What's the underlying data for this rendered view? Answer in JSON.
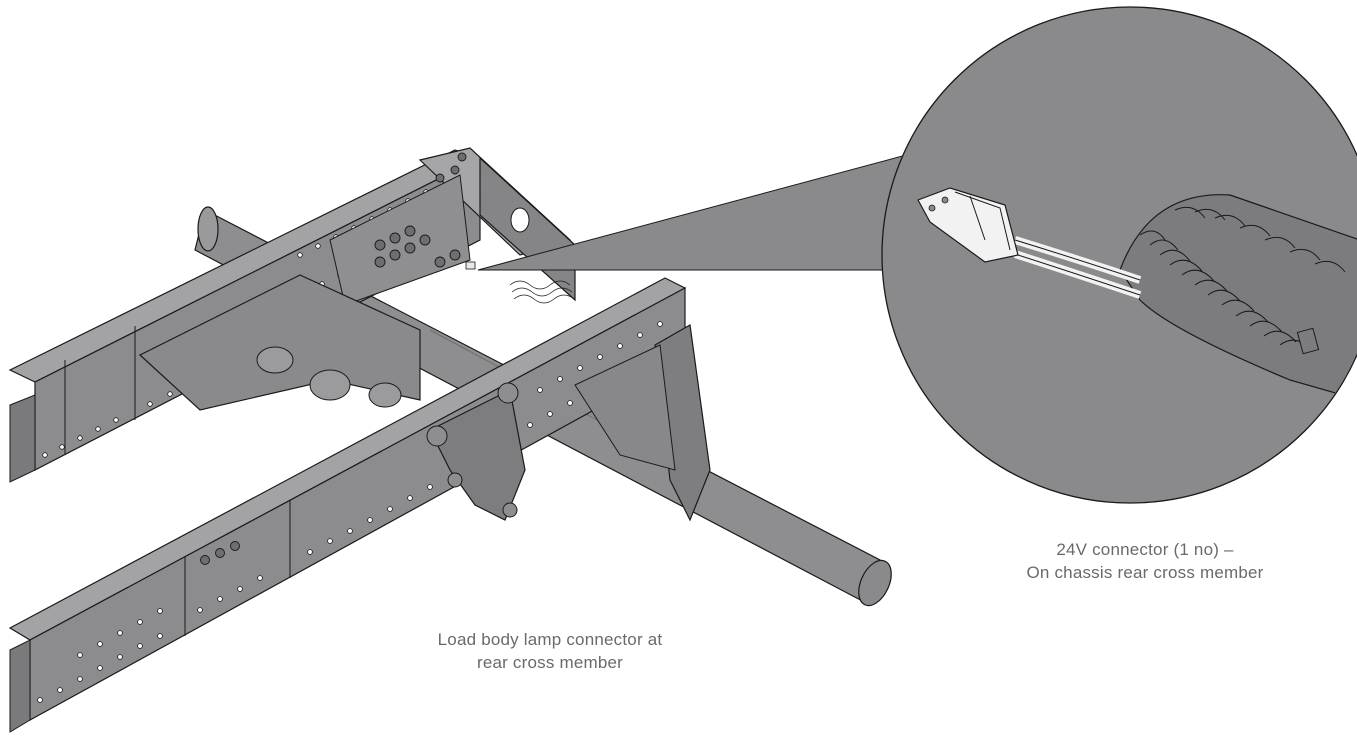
{
  "labels": {
    "load_body_lamp_connector": {
      "line1": "Load body lamp connector at",
      "line2": "rear cross member"
    },
    "connector_24v": {
      "line1": "24V connector (1 no) –",
      "line2": "On chassis rear cross member"
    }
  },
  "colors": {
    "chassis_fill": "#8c8c8f",
    "chassis_top": "#a3a3a6",
    "chassis_side": "#7a7a7d",
    "chassis_dark": "#66666a",
    "outline": "#1a1a1a",
    "callout_fill": "#8a8a8d",
    "caption_text": "#6a6a6a",
    "connector_white": "#f2f2f2"
  }
}
